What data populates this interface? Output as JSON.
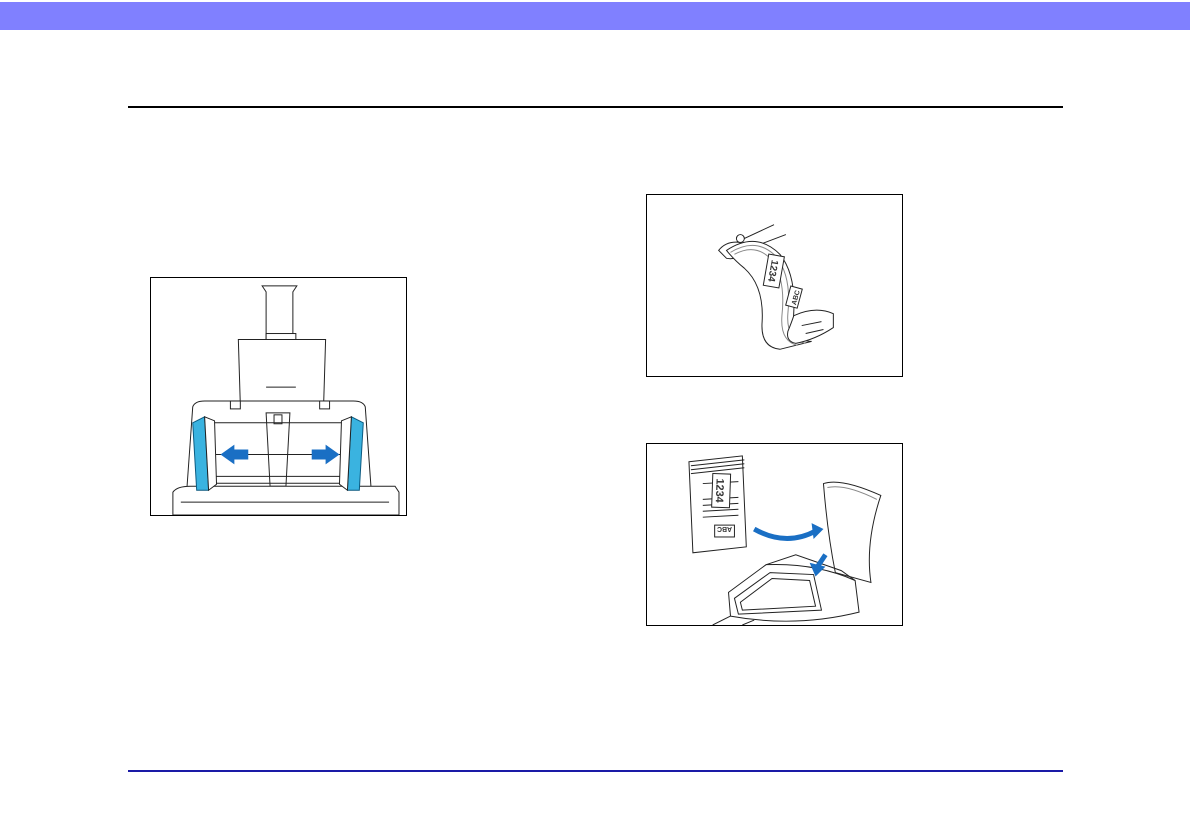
{
  "colors": {
    "top_bar": "#8080ff",
    "header_rule": "#000000",
    "footer_rule": "#1a1aa6",
    "accent_blue": "#1a6fc4",
    "guide_cyan": "#3ab3e0"
  },
  "figures": {
    "guides": {
      "icon": "document-guides-illustration"
    },
    "fan": {
      "icon": "fan-document-stack-illustration",
      "label_number": "1234",
      "label_letters": "ABC"
    },
    "load": {
      "icon": "load-document-illustration",
      "label_number": "1234",
      "label_letters": "ABC"
    }
  }
}
